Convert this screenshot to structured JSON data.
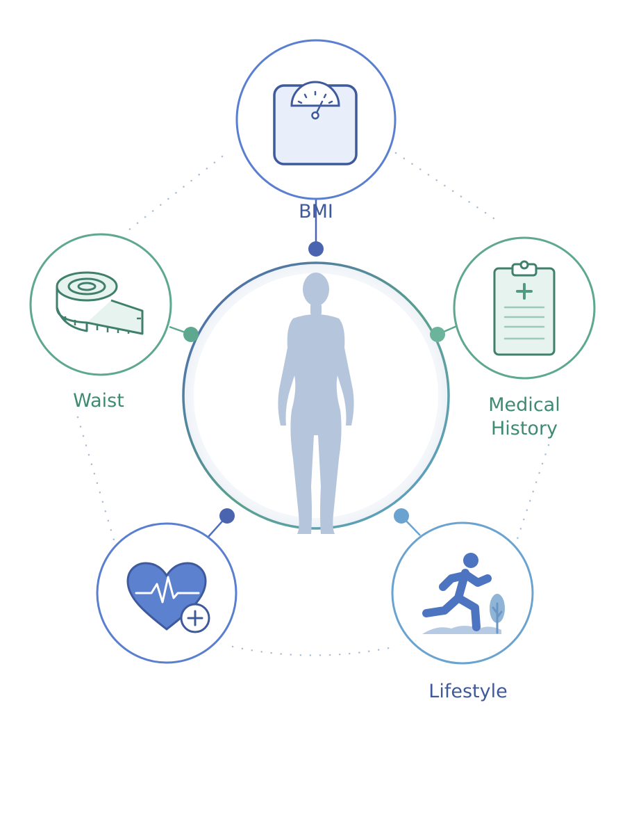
{
  "colors": {
    "blue": "#5a7fd0",
    "navy": "#3e5a9c",
    "teal": "#5fa890",
    "teal_text": "#3f8a73",
    "light_blue": "#6aa3cf",
    "silhouette": "#b5c5dc",
    "dots": "#a9bdd6"
  },
  "nodes": {
    "bmi": {
      "label": "BMI",
      "icon": "scale-icon"
    },
    "waist": {
      "label": "Waist",
      "icon": "tape-measure-icon"
    },
    "medical": {
      "line1": "Medical",
      "line2": "History",
      "icon": "clipboard-icon"
    },
    "heart": {
      "icon": "heart-pulse-icon"
    },
    "lifestyle": {
      "label": "Lifestyle",
      "icon": "runner-icon"
    }
  },
  "center": {
    "icon": "human-silhouette-icon"
  }
}
